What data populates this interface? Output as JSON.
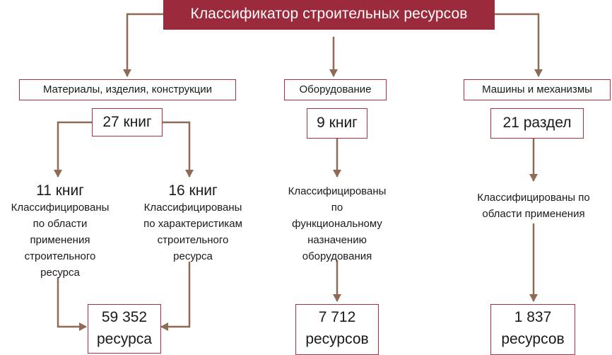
{
  "title": "Классификатор строительных ресурсов",
  "categories": [
    "Материалы, изделия, конструкции",
    "Оборудование",
    "Машины и механизмы"
  ],
  "counts": {
    "materials": "27 книг",
    "equipment": "9 книг",
    "machines": "21 раздел"
  },
  "sub": {
    "left_title": "11 книг",
    "left_desc": [
      "Классифицированы",
      "по области",
      "применения",
      "строительного",
      "ресурса"
    ],
    "right_title": "16 книг",
    "right_desc": [
      "Классифицированы",
      "по характеристикам",
      "строительного",
      "ресурса"
    ]
  },
  "equipment_desc": [
    "Классифицированы",
    "по",
    "функциональному",
    "назначению",
    "оборудования"
  ],
  "machines_desc": [
    "Классифицированы по",
    "области применения"
  ],
  "totals": {
    "materials": [
      "59 352",
      "ресурса"
    ],
    "equipment": [
      "7 712",
      "ресурсов"
    ],
    "machines": [
      "1 837",
      "ресурсов"
    ]
  },
  "colors": {
    "title_bg": "#9b2a3c",
    "box_border": "#a8323f",
    "arrow": "#8f6a55"
  }
}
